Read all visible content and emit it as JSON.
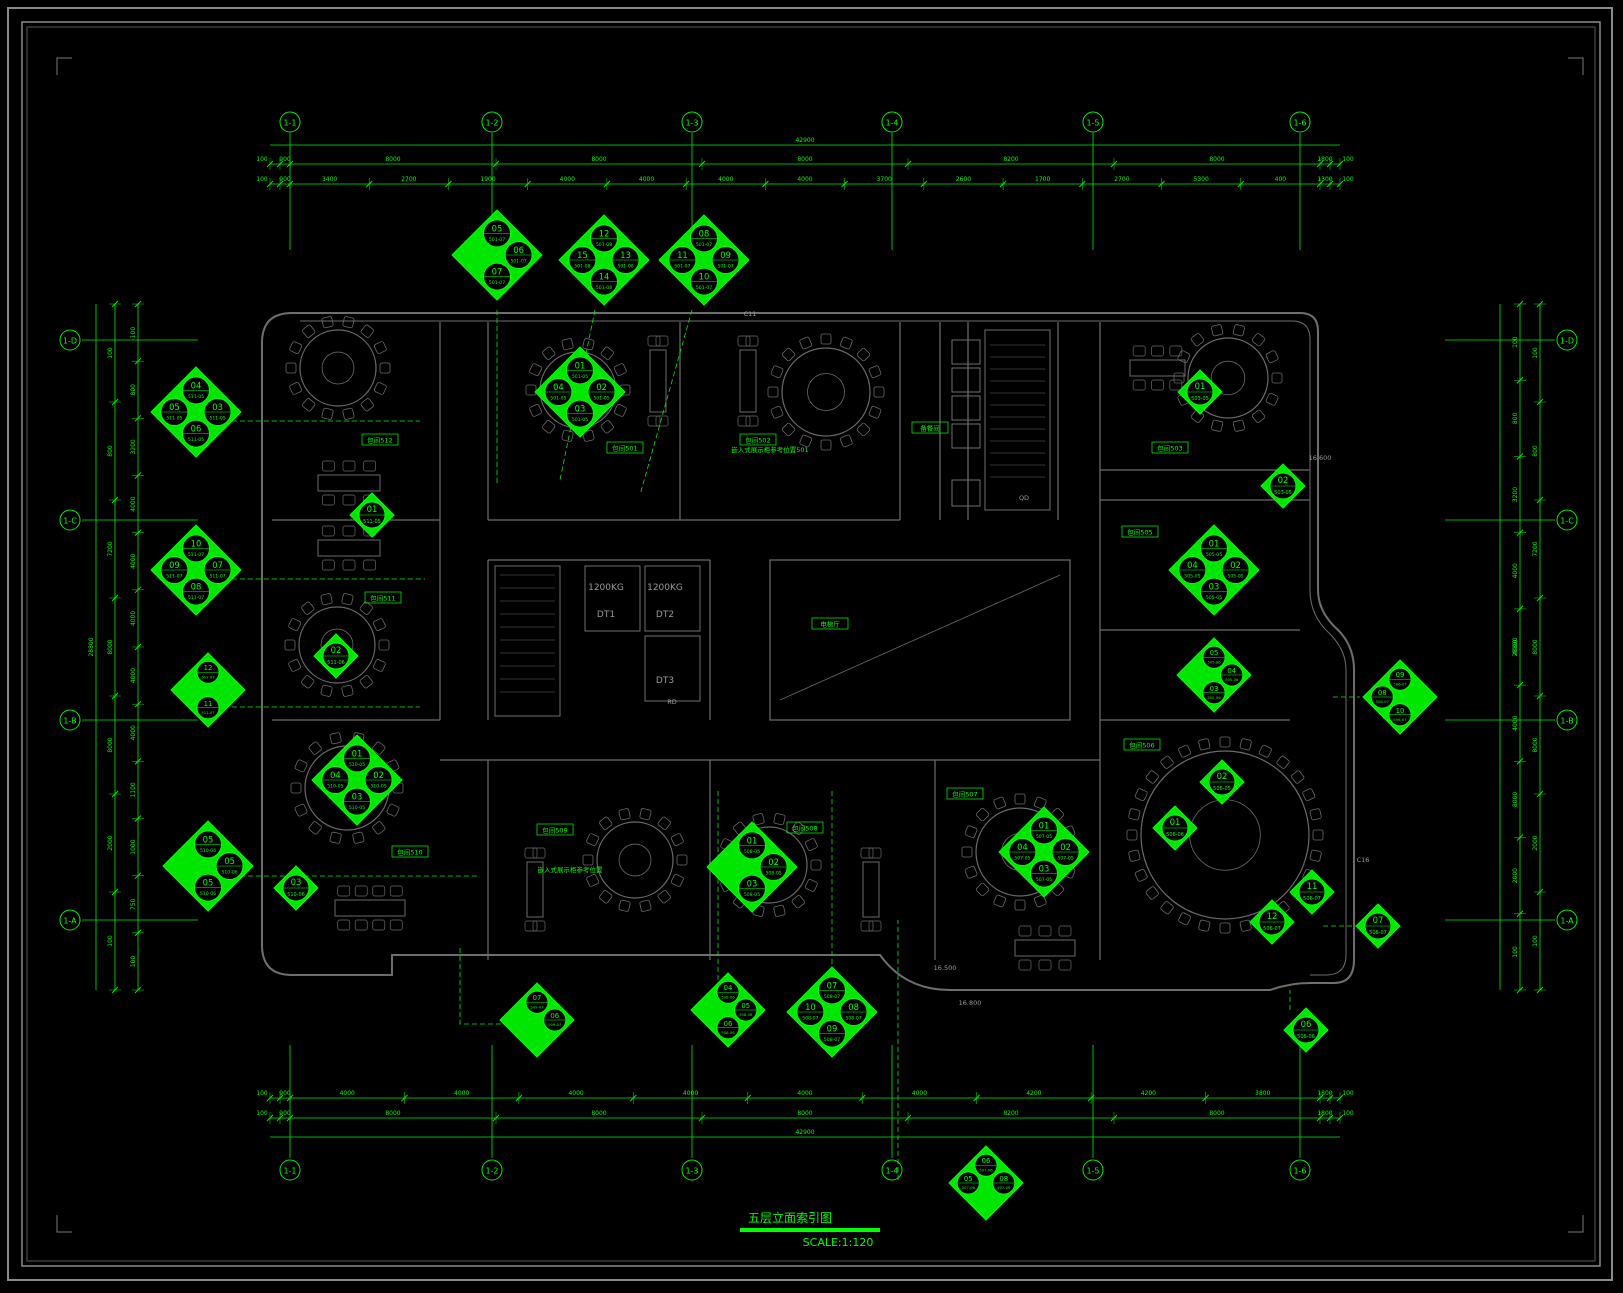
{
  "drawing": {
    "title": "五层立面索引图",
    "scale": "SCALE:1:120",
    "colors": {
      "background": "#000000",
      "green": "#00ff00",
      "marker_fill": "#00e600",
      "grid_line": "#00ee00",
      "walls": "#6e6e6e",
      "furniture": "#6a6a6a",
      "frame": "#8a8a8a"
    }
  },
  "axes": {
    "columns": [
      "1-1",
      "1-2",
      "1-3",
      "1-4",
      "1-5",
      "1-6"
    ],
    "rows": [
      "1-D",
      "1-C",
      "1-B",
      "1-A"
    ]
  },
  "dimensions": {
    "total_width": "42900",
    "total_height": "28800",
    "top_outer": [
      "100",
      "900",
      "8000",
      "8000",
      "8000",
      "8200",
      "8000",
      "1800",
      "100"
    ],
    "top_inner": [
      "100",
      "900",
      "3400",
      "2700",
      "1900",
      "4000",
      "4000",
      "4000",
      "4000",
      "3700",
      "2600",
      "1700",
      "2700",
      "5300",
      "400",
      "1300",
      "100"
    ],
    "bottom_inner": [
      "100",
      "900",
      "4000",
      "4000",
      "4000",
      "4000",
      "4000",
      "4000",
      "4200",
      "4200",
      "3800",
      "1800",
      "100"
    ],
    "bottom_outer": [
      "100",
      "900",
      "8000",
      "8000",
      "8000",
      "8200",
      "8000",
      "1800",
      "100"
    ],
    "left_outer": [
      "100",
      "800",
      "7200",
      "8000",
      "8000",
      "2000",
      "100"
    ],
    "left_inner": [
      "100",
      "800",
      "3200",
      "4000",
      "4000",
      "4000",
      "4000",
      "4000",
      "1100",
      "1000",
      "750",
      "100"
    ],
    "right_outer": [
      "100",
      "800",
      "7200",
      "8000",
      "8000",
      "2000",
      "100"
    ],
    "right_inner": [
      "100",
      "800",
      "3200",
      "4000",
      "4000",
      "4000",
      "8000",
      "2000",
      "100"
    ]
  },
  "room_labels": [
    "包间512",
    "包间501",
    "包间502",
    "包间503",
    "包间505",
    "包间506",
    "包间507",
    "包间508",
    "包间509",
    "包间510",
    "包间511",
    "备餐间",
    "电梯厅"
  ],
  "room_notes": [
    "嵌入式展示柜参考位置",
    "嵌入式展示柜参考位置501",
    "1200KG",
    "1200KG",
    "DT1",
    "DT2",
    "DT3",
    "C11",
    "C16",
    "16.600",
    "16.500",
    "16.800",
    "QD",
    "RD"
  ],
  "index_markers": [
    {
      "top": "05",
      "right": "06",
      "bottom": "07",
      "left": "",
      "ref": "501-07"
    },
    {
      "top": "12",
      "right": "13",
      "bottom": "14",
      "left": "15",
      "ref": "501-08"
    },
    {
      "top": "08",
      "right": "09",
      "bottom": "10",
      "left": "11",
      "ref": "501-07"
    },
    {
      "top": "01",
      "right": "02",
      "bottom": "03",
      "left": "04",
      "ref": "501-05"
    },
    {
      "top": "04",
      "right": "03",
      "bottom": "06",
      "left": "05",
      "ref": "511-05"
    },
    {
      "top": "01",
      "right": "",
      "bottom": "",
      "left": "",
      "ref": "511-05"
    },
    {
      "top": "10",
      "right": "07",
      "bottom": "08",
      "left": "09",
      "ref": "511-07"
    },
    {
      "top": "02",
      "right": "",
      "bottom": "",
      "left": "",
      "ref": "511-06"
    },
    {
      "top": "12",
      "right": "",
      "bottom": "11",
      "left": "",
      "ref": "511-07"
    },
    {
      "top": "01",
      "right": "02",
      "bottom": "03",
      "left": "04",
      "ref": "510-05"
    },
    {
      "top": "05",
      "right": "05",
      "bottom": "05",
      "left": "",
      "ref": "510-06"
    },
    {
      "top": "03",
      "right": "",
      "bottom": "",
      "left": "",
      "ref": "510-06"
    },
    {
      "top": "01",
      "right": "",
      "bottom": "",
      "left": "",
      "ref": "503-05"
    },
    {
      "top": "02",
      "right": "",
      "bottom": "",
      "left": "",
      "ref": "503-05"
    },
    {
      "top": "01",
      "right": "02",
      "bottom": "03",
      "left": "04",
      "ref": "505-05"
    },
    {
      "top": "05",
      "right": "04",
      "bottom": "03",
      "left": "",
      "ref": "505-06"
    },
    {
      "top": "09",
      "right": "",
      "bottom": "10",
      "left": "08",
      "ref": "506-07"
    },
    {
      "top": "02",
      "right": "",
      "bottom": "",
      "left": "",
      "ref": "506-05"
    },
    {
      "top": "01",
      "right": "",
      "bottom": "",
      "left": "",
      "ref": "506-06"
    },
    {
      "top": "11",
      "right": "",
      "bottom": "",
      "left": "",
      "ref": "506-07"
    },
    {
      "top": "12",
      "right": "",
      "bottom": "",
      "left": "",
      "ref": "506-07"
    },
    {
      "top": "07",
      "right": "",
      "bottom": "",
      "left": "",
      "ref": "506-07"
    },
    {
      "top": "06",
      "right": "",
      "bottom": "",
      "left": "",
      "ref": "506-06"
    },
    {
      "top": "01",
      "right": "02",
      "bottom": "03",
      "left": "04",
      "ref": "507-05"
    },
    {
      "top": "01",
      "right": "02",
      "bottom": "03",
      "left": "",
      "ref": "508-05"
    },
    {
      "top": "04",
      "right": "05",
      "bottom": "06",
      "left": "",
      "ref": "508-06"
    },
    {
      "top": "07",
      "right": "08",
      "bottom": "09",
      "left": "10",
      "ref": "508-07"
    },
    {
      "top": "07",
      "right": "06",
      "bottom": "",
      "left": "",
      "ref": "509-07"
    },
    {
      "top": "06",
      "right": "08",
      "bottom": "",
      "left": "05",
      "ref": "507-06"
    }
  ]
}
